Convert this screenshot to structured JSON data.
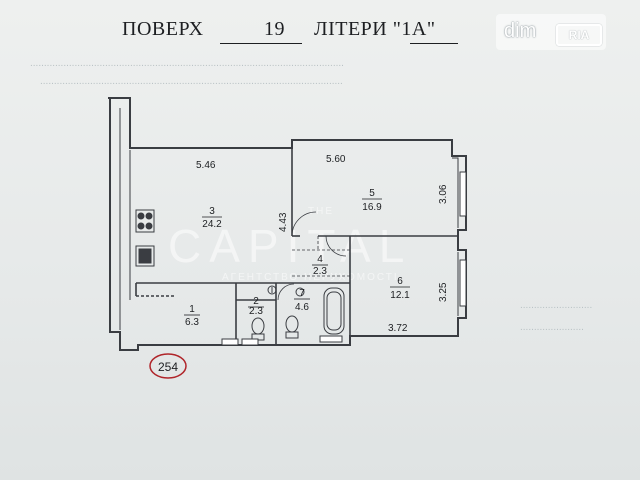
{
  "header": {
    "floor_word": "ПОВЕРХ",
    "floor_number": "19",
    "letter_word": "ЛІТЕРИ \"",
    "letter_value": "1А",
    "letter_close": "\""
  },
  "plan": {
    "unit_number": "254",
    "rooms": [
      {
        "id": "1",
        "area": "6.3"
      },
      {
        "id": "2",
        "area": "2.3"
      },
      {
        "id": "3",
        "area": "24.2"
      },
      {
        "id": "4",
        "area": "2.3"
      },
      {
        "id": "5",
        "area": "16.9"
      },
      {
        "id": "6",
        "area": "12.1"
      },
      {
        "id": "7",
        "area": "4.6"
      }
    ],
    "dimensions": {
      "room3_width": "5.46",
      "room5_width": "5.60",
      "room5_height": "3.06",
      "room3_wall": "4.43",
      "room6_height": "3.25",
      "room6_width": "3.72"
    }
  },
  "watermark": {
    "the": "THE",
    "brand": "CAPITAL",
    "tagline": "АГЕНТСТВО НЕРУХОМОСТІ"
  },
  "logo": {
    "dim": "dim",
    "ria": "RIA"
  },
  "colors": {
    "paper": "#e9ecec",
    "ink": "#1d1f22",
    "plan_line": "#3a3d42",
    "unit_circle": "#b0252a"
  }
}
